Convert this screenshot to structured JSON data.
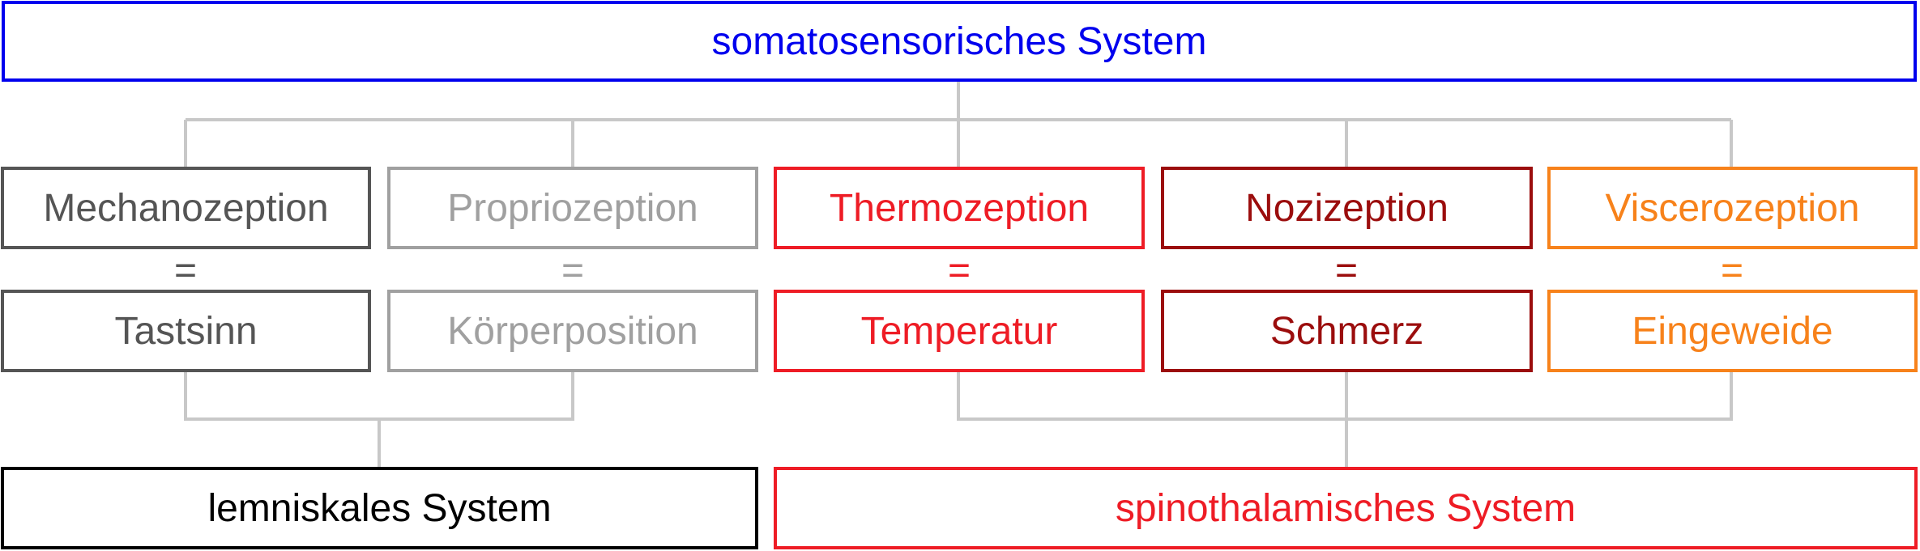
{
  "top": {
    "label": "somatosensorisches System",
    "color": "#0000ee"
  },
  "modalities": [
    {
      "name": "Mechanozeption",
      "equals": "=",
      "meaning": "Tastsinn",
      "color": "#555555"
    },
    {
      "name": "Propriozeption",
      "equals": "=",
      "meaning": "Körperposition",
      "color": "#a0a0a0"
    },
    {
      "name": "Thermozeption",
      "equals": "=",
      "meaning": "Temperatur",
      "color": "#ee1c25"
    },
    {
      "name": "Nozizeption",
      "equals": "=",
      "meaning": "Schmerz",
      "color": "#9b0d0d"
    },
    {
      "name": "Viscerozeption",
      "equals": "=",
      "meaning": "Eingeweide",
      "color": "#f7821b"
    }
  ],
  "pathways": [
    {
      "label": "lemniskales System",
      "color": "#000000"
    },
    {
      "label": "spinothalamisches System",
      "color": "#ee1c25"
    }
  ],
  "connector_color": "#c8c8c8"
}
